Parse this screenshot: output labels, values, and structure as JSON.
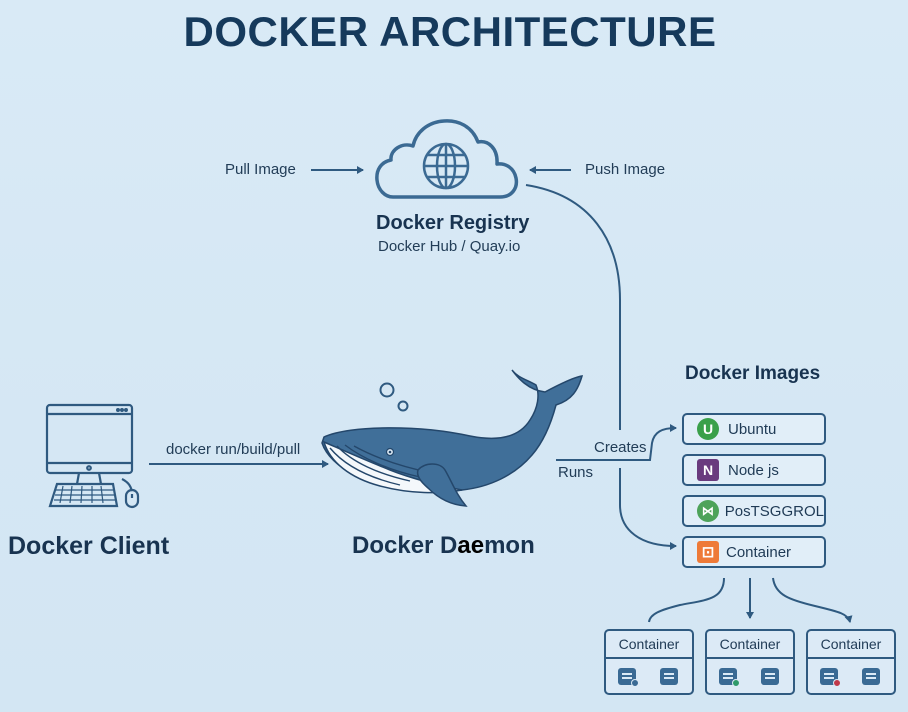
{
  "title": "DOCKER ARCHITECTURE",
  "registry": {
    "title": "Docker Registry",
    "subtitle": "Docker Hub / Quay.io",
    "icon": "cloud-globe-icon",
    "pull_label": "Pull Image",
    "push_label": "Push Image"
  },
  "client": {
    "title": "Docker Client",
    "icon": "desktop-computer-icon",
    "command_label": "docker run/build/pull"
  },
  "daemon": {
    "title_start": "Docker D",
    "title_highlight": "ae",
    "title_end": "mon",
    "icon": "whale-icon",
    "runs_label": "Runs",
    "creates_label": "Creates"
  },
  "images": {
    "title": "Docker Images",
    "items": [
      {
        "label": "Ubuntu",
        "badge": "U",
        "icon": "ubuntu-icon",
        "color": "#3aa04a"
      },
      {
        "label": "Node js",
        "badge": "N",
        "icon": "nodejs-icon",
        "color": "#6a3b7e"
      },
      {
        "label": "PosTSGGROL",
        "badge": "⋈",
        "icon": "postgresql-icon",
        "color": "#4ea35a"
      },
      {
        "label": "Container",
        "badge": "⊡",
        "icon": "container-icon",
        "color": "#ee7a38"
      }
    ]
  },
  "containers": [
    {
      "label": "Container",
      "status_color": "#3a6a94"
    },
    {
      "label": "Container",
      "status_color": "#2e9a6a"
    },
    {
      "label": "Container",
      "status_color": "#c0394a"
    }
  ],
  "colors": {
    "background": "#d8e9f5",
    "line": "#2f5a80",
    "text_dark": "#163a5c",
    "whale": "#3f6e98"
  }
}
